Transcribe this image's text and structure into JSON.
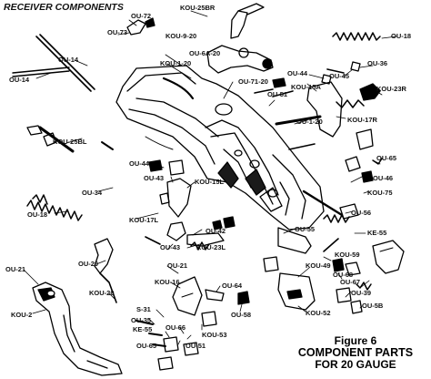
{
  "title": "RECEIVER COMPONENTS",
  "caption": {
    "figure": "Figure 6",
    "line1": "COMPONENT PARTS",
    "line2": "FOR 20 GAUGE"
  },
  "labels": {
    "kou25br": "KOU-25BR",
    "ou72": "OU-72",
    "ou73": "OU-73",
    "kou920": "KOU-9-20",
    "ou18a": "OU-18",
    "ou14a": "OU-14",
    "ou14b": "OU-14",
    "ou6a20": "OU-6A-20",
    "kou120": "KOU-1-20",
    "ou44a": "OU-44",
    "ou45": "OU-45",
    "ou36": "OU-36",
    "ou7120": "OU-71-20",
    "kou15a": "KOU-15A",
    "ou51": "OU-51",
    "kou23r": "KOU-23R",
    "ou120": "OU-1-20",
    "kou17r": "KOU-17R",
    "kou25bl": "KOU-25BL",
    "ou44b": "OU-44",
    "ou43a": "OU-43",
    "kou15l": "KOU-15L",
    "ou65": "OU-65",
    "ou46": "OU-46",
    "kou75": "KOU-75",
    "ou34": "OU-34",
    "ou18b": "OU-18",
    "ou56": "OU-56",
    "kou17l": "KOU-17L",
    "ou42": "OU-42",
    "ou55": "OU-55",
    "kou23l": "KOU-23L",
    "ke55": "KE-55",
    "ou43b": "OU-43",
    "kou59": "KOU-59",
    "ou20": "OU-20",
    "kou49": "KOU-49",
    "ou21a": "OU-21",
    "ou21b": "OU-21",
    "ou68": "OU-68",
    "kou16": "KOU-16",
    "ou64": "OU-64",
    "ou67": "OU-67",
    "kou20": "KOU-20",
    "ou39": "OU-39",
    "kou2": "KOU-2",
    "s31": "S-31",
    "ou5b": "OU-5B",
    "ou58": "OU-58",
    "kou52": "KOU-52",
    "ou35": "OU-35",
    "ke55b": "KE-55",
    "ou66": "OU-66",
    "kou53": "KOU-53",
    "ou65b": "OU-65",
    "ou51b": "OU-51"
  },
  "colors": {
    "ink": "#000000",
    "paper": "#ffffff",
    "shade": "#1a1a1a"
  }
}
